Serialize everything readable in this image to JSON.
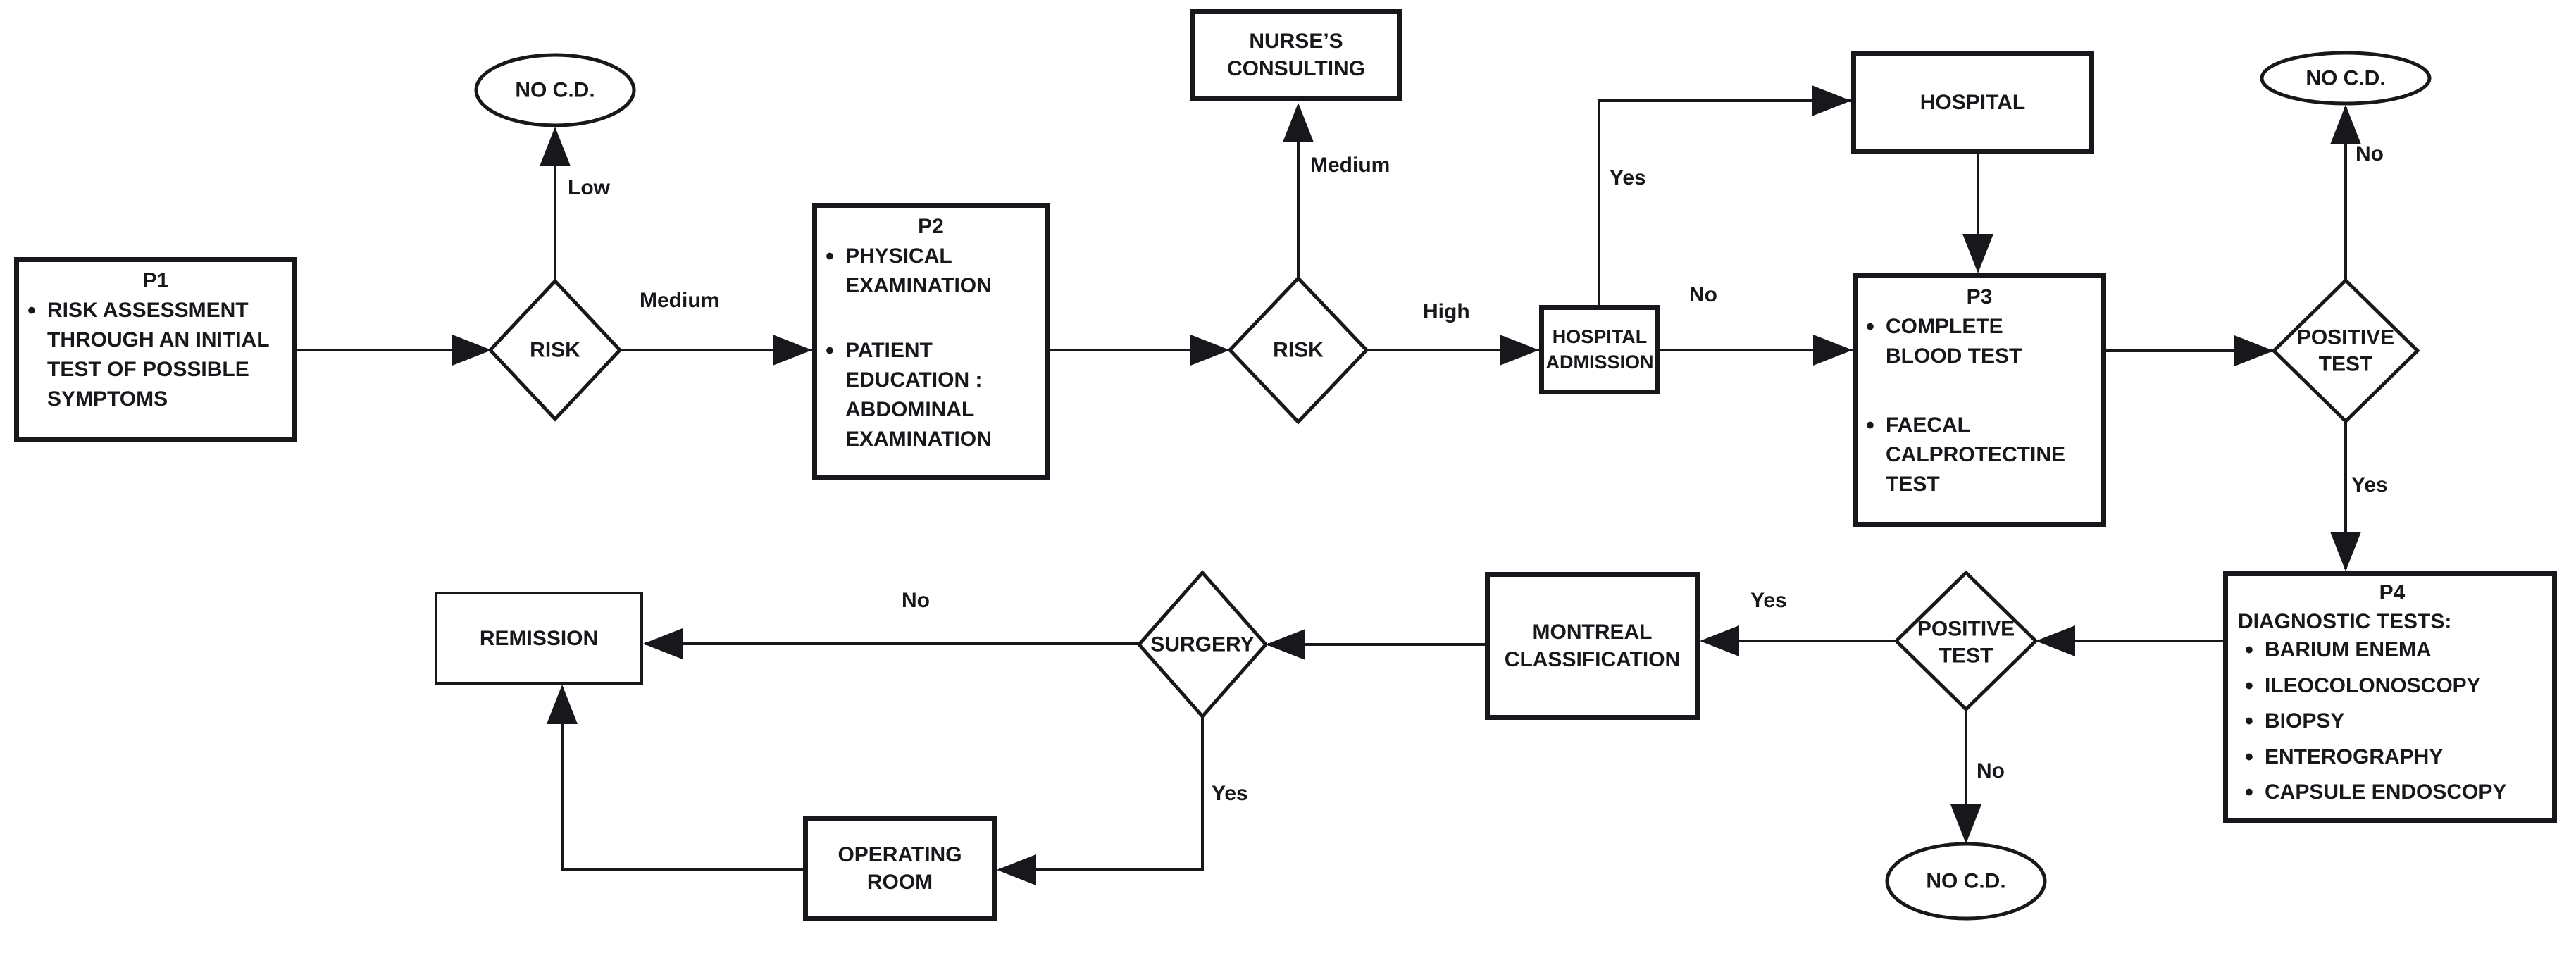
{
  "diagram": {
    "background": "#ffffff",
    "line_color": "#18181c",
    "nodes": {
      "p1": {
        "title": "P1",
        "items": [
          "RISK ASSESSMENT\nTHROUGH AN INITIAL\nTEST OF POSSIBLE\nSYMPTOMS"
        ]
      },
      "risk1": {
        "label": "RISK"
      },
      "no_cd_top_left": {
        "label": "NO C.D."
      },
      "p2": {
        "title": "P2",
        "items": [
          "PHYSICAL\nEXAMINATION",
          "PATIENT\nEDUCATION :\nABDOMINAL\nEXAMINATION"
        ]
      },
      "nurses_consulting": {
        "label": "NURSE’S\nCONSULTING"
      },
      "risk2": {
        "label": "RISK"
      },
      "hospital_admission": {
        "label": "HOSPITAL\nADMISSION"
      },
      "hospital": {
        "label": "HOSPITAL"
      },
      "p3": {
        "title": "P3",
        "items": [
          "COMPLETE\nBLOOD TEST",
          "FAECAL\nCALPROTECTINE\nTEST"
        ]
      },
      "positive_test_1": {
        "label": "POSITIVE\nTEST"
      },
      "no_cd_top_right": {
        "label": "NO C.D."
      },
      "p4": {
        "title": "P4",
        "heading": "DIAGNOSTIC TESTS:",
        "items": [
          "BARIUM ENEMA",
          "ILEOCOLONOSCOPY",
          "BIOPSY",
          "ENTEROGRAPHY",
          "CAPSULE ENDOSCOPY"
        ]
      },
      "positive_test_2": {
        "label": "POSITIVE\nTEST"
      },
      "no_cd_bottom": {
        "label": "NO C.D."
      },
      "montreal": {
        "label": "MONTREAL\nCLASSIFICATION"
      },
      "surgery": {
        "label": "SURGERY"
      },
      "remission": {
        "label": "REMISSION"
      },
      "operating_room": {
        "label": "OPERATING\nROOM"
      }
    },
    "edge_labels": {
      "risk1_low": "Low",
      "risk1_medium": "Medium",
      "risk2_medium": "Medium",
      "risk2_high": "High",
      "admission_yes": "Yes",
      "admission_no": "No",
      "test1_no": "No",
      "test1_yes": "Yes",
      "test2_yes": "Yes",
      "test2_no": "No",
      "surgery_no": "No",
      "surgery_yes": "Yes"
    }
  }
}
